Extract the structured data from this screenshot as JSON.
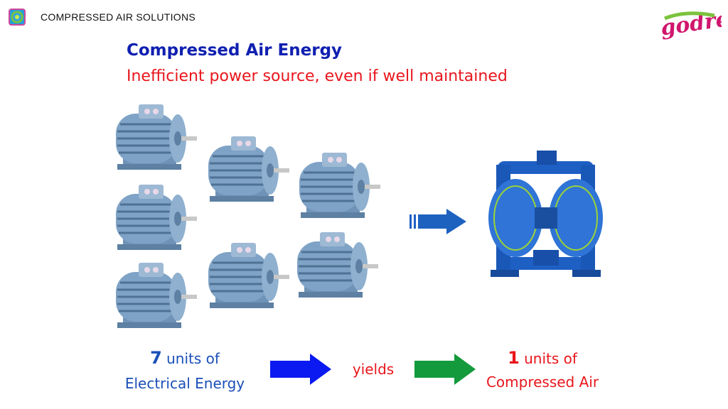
{
  "header": {
    "brand": "COMPRESSED AIR SOLUTIONS",
    "logo_text": "Godrej"
  },
  "slide": {
    "title": "Compressed Air Energy",
    "subtitle": "Inefficient power source, even if well maintained"
  },
  "equation": {
    "input_number": "7",
    "input_units": "units of",
    "input_label": "Electrical Energy",
    "verb": "yields",
    "output_number": "1",
    "output_units": "units of",
    "output_label": "Compressed Air"
  },
  "colors": {
    "title": "#1020b0",
    "accent_red": "#e8161c",
    "arrow_blue": "#0a1af0",
    "arrow_green": "#139a3c",
    "motor": "#7fa3c6",
    "pump": "#1e5fc4"
  }
}
